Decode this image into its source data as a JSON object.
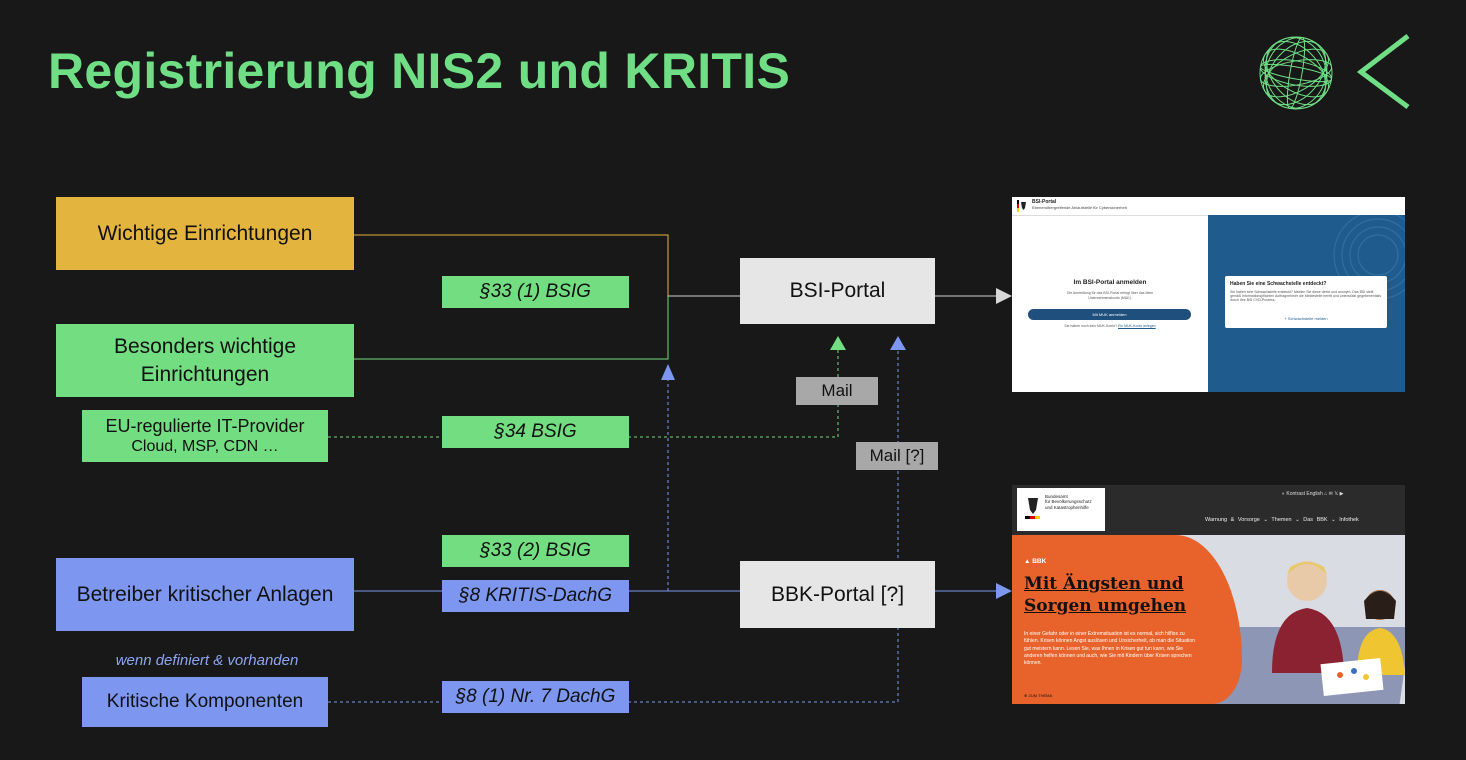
{
  "title": "Registrierung NIS2 und KRITIS",
  "sources": {
    "wichtige": "Wichtige Einrichtungen",
    "besonders_line1": "Besonders wichtige",
    "besonders_line2": "Einrichtungen",
    "eu_line1": "EU-regulierte IT-Provider",
    "eu_line2": "Cloud, MSP, CDN …",
    "betreiber": "Betreiber kritischer Anlagen",
    "komponenten": "Kritische Komponenten",
    "note": "wenn definiert & vorhanden"
  },
  "references": {
    "bsig_33_1": "§33 (1) BSIG",
    "bsig_34": "§34 BSIG",
    "bsig_33_2": "§33 (2) BSIG",
    "kritis_dachg_8": "§8 KRITIS-DachG",
    "dachg_8_1_7": "§8 (1) Nr. 7 DachG"
  },
  "portals": {
    "bsi": "BSI-Portal",
    "bbk": "BBK-Portal [?]"
  },
  "mail_labels": {
    "mail": "Mail",
    "mail_unknown": "Mail [?]"
  },
  "bsi_screenshot": {
    "header_title": "BSI-Portal",
    "header_subtitle": "Ebenenübergreifende Anlaufstelle für Cybersicherheit",
    "login_heading": "Im BSI-Portal anmelden",
    "login_text": "Die Anmeldung für das BSI-Portal erfolgt über das Mein Unternehmenskonto (MUK).",
    "login_button": "Mit MUK anmelden",
    "login_question": "Sie haben noch kein MUK-Konto?",
    "login_link": "Ein MUK-Konto anlegen",
    "card_heading": "Haben Sie eine Schwachstelle entdeckt?",
    "card_text": "Sie haben eine Schwachstelle entdeckt? Melden Sie diese direkt und anonym. Das BSI stellt gemäß Informationspflichten Auftragnehmer die Meldestelle bereit und unterstützt gegebenenfalls durch Ihre BSI CVD-Prozess.",
    "card_link": "+ Schwachstelle melden"
  },
  "bbk_screenshot": {
    "logo_text_1": "Bundesamt",
    "logo_text_2": "für Bevölkerungsschutz",
    "logo_text_3": "und Katastrophenhilfe",
    "top_nav": "◐ Kontrast     English     ⌂   ✉   𝕏   ▶",
    "main_nav": "Warnung & Vorsorge ⌄   Themen ⌄   Das BBK ⌄   Infothek",
    "tag": "▲ BBK",
    "headline_1": "Mit Ängsten und",
    "headline_2": "Sorgen umgehen",
    "paragraph": "In einer Gefahr oder in einer Extremsituation ist es normal, sich hilflos zu fühlen. Krisen können Angst auslösen und Unsicherheit, ob man die Situation gut meistern kann. Lesen Sie, was Ihnen in Krisen gut tun kann, wie Sie anderen helfen können und auch, wie Sie mit Kindern über Krisen sprechen können.",
    "cta": "⊕ ZUM THEMA"
  },
  "colors": {
    "title_green": "#6fde85",
    "yellow": "#e3b53e",
    "green": "#72dd81",
    "blue": "#7d97f0",
    "portal_gray": "#e6e6e6",
    "mail_gray": "#a8a8a8",
    "background": "#181818"
  },
  "icons": [
    "sphere-logo-icon",
    "chevron-left-icon",
    "bundesadler-icon"
  ]
}
